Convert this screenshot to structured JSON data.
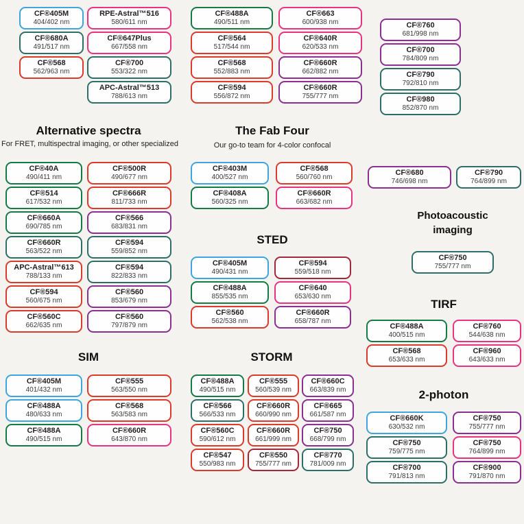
{
  "colors": {
    "blue": "#3fa5dc",
    "green": "#157a45",
    "teal": "#2e6e69",
    "red": "#dc3a2a",
    "darkred": "#a5283a",
    "pink": "#e93380",
    "purple": "#8b2f90"
  },
  "headings": {
    "alt_title": "Alternative spectra",
    "alt_subtitle": "For FRET, multispectral imaging, or other specialized",
    "fab_title": "The Fab Four",
    "fab_subtitle": "Our go-to team for 4-color confocal",
    "sted_title": "STED",
    "sim_title": "SIM",
    "storm_title": "STORM",
    "pa_title": "Photoacoustic imaging",
    "tirf_title": "TIRF",
    "tp_title": "2-photon"
  },
  "pill_groups": {
    "top_col1": [
      {
        "name": "CF®405M",
        "nm": "404/402 nm",
        "c": "blue"
      },
      {
        "name": "CF®680A",
        "nm": "491/517 nm",
        "c": "teal"
      },
      {
        "name": "CF®568",
        "nm": "562/963 nm",
        "c": "red"
      }
    ],
    "top_col2": [
      {
        "name": "RPE-Astral™516",
        "nm": "580/611 nm",
        "c": "pink"
      },
      {
        "name": "CF®647Plus",
        "nm": "667/558 nm",
        "c": "pink"
      },
      {
        "name": "CF®700",
        "nm": "553/322 nm",
        "c": "teal"
      },
      {
        "name": "APC-Astral™513",
        "nm": "788/613 nm",
        "c": "teal"
      }
    ],
    "top_col3": [
      {
        "name": "CF®488A",
        "nm": "490/511 nm",
        "c": "green"
      },
      {
        "name": "CF®564",
        "nm": "517/544 nm",
        "c": "red"
      },
      {
        "name": "CF®568",
        "nm": "552/883 nm",
        "c": "red"
      },
      {
        "name": "CF®594",
        "nm": "556/872 nm",
        "c": "red"
      }
    ],
    "top_col4": [
      {
        "name": "CF®663",
        "nm": "600/938 nm",
        "c": "pink"
      },
      {
        "name": "CF®640R",
        "nm": "620/533 nm",
        "c": "pink"
      },
      {
        "name": "CF®660R",
        "nm": "662/882 nm",
        "c": "purple"
      },
      {
        "name": "CF®660R",
        "nm": "755/777 nm",
        "c": "purple"
      }
    ],
    "top_col5": [
      {
        "name": "CF®760",
        "nm": "681/998 nm",
        "c": "purple"
      },
      {
        "name": "CF®700",
        "nm": "784/809 nm",
        "c": "purple"
      },
      {
        "name": "CF®790",
        "nm": "792/810 nm",
        "c": "teal"
      },
      {
        "name": "CF®980",
        "nm": "852/870 nm",
        "c": "teal"
      }
    ],
    "alt_col1": [
      {
        "name": "CF®40A",
        "nm": "490/411 nm",
        "c": "green"
      },
      {
        "name": "CF®514",
        "nm": "617/532 nm",
        "c": "green"
      },
      {
        "name": "CF®660A",
        "nm": "690/785 nm",
        "c": "green"
      },
      {
        "name": "CF®660R",
        "nm": "563/522 nm",
        "c": "teal"
      },
      {
        "name": "APC-Astral™613",
        "nm": "788/133 nm",
        "c": "red"
      },
      {
        "name": "CF®594",
        "nm": "560/675 nm",
        "c": "red"
      },
      {
        "name": "CF®560C",
        "nm": "662/635 nm",
        "c": "red"
      }
    ],
    "alt_col2": [
      {
        "name": "CF®500R",
        "nm": "490/677 nm",
        "c": "red"
      },
      {
        "name": "CF®666R",
        "nm": "811/733 nm",
        "c": "red"
      },
      {
        "name": "CF®566",
        "nm": "683/831 nm",
        "c": "purple"
      },
      {
        "name": "CF®594",
        "nm": "559/852 nm",
        "c": "teal"
      },
      {
        "name": "CF®594",
        "nm": "822/833 nm",
        "c": "teal"
      },
      {
        "name": "CF®560",
        "nm": "853/679 nm",
        "c": "purple"
      },
      {
        "name": "CF®560",
        "nm": "797/879 nm",
        "c": "purple"
      }
    ],
    "fab_col1": [
      {
        "name": "CF®403M",
        "nm": "400/527 nm",
        "c": "blue"
      },
      {
        "name": "CF®408A",
        "nm": "560/325 nm",
        "c": "green"
      }
    ],
    "fab_col2": [
      {
        "name": "CF®568",
        "nm": "560/760 nm",
        "c": "red"
      },
      {
        "name": "CF®660R",
        "nm": "663/682 nm",
        "c": "pink"
      }
    ],
    "sted_col1": [
      {
        "name": "CF®405M",
        "nm": "490/431 nm",
        "c": "blue"
      },
      {
        "name": "CF®488A",
        "nm": "855/535 nm",
        "c": "green"
      },
      {
        "name": "CF®560",
        "nm": "562/538 nm",
        "c": "red"
      }
    ],
    "sted_col2": [
      {
        "name": "CF®594",
        "nm": "559/518 nm",
        "c": "darkred"
      },
      {
        "name": "CF®640",
        "nm": "653/630 nm",
        "c": "pink"
      },
      {
        "name": "CF®660R",
        "nm": "658/787 nm",
        "c": "purple"
      }
    ],
    "sim_col1": [
      {
        "name": "CF®405M",
        "nm": "401/432 nm",
        "c": "blue"
      },
      {
        "name": "CF®488A",
        "nm": "480/633 nm",
        "c": "blue"
      },
      {
        "name": "CF®488A",
        "nm": "490/515 nm",
        "c": "green"
      }
    ],
    "sim_col2": [
      {
        "name": "CF®555",
        "nm": "563/550 nm",
        "c": "red"
      },
      {
        "name": "CF®568",
        "nm": "563/583 nm",
        "c": "red"
      },
      {
        "name": "CF®660R",
        "nm": "643/870 nm",
        "c": "pink"
      }
    ],
    "storm_col1": [
      {
        "name": "CF®488A",
        "nm": "490/515 nm",
        "c": "green"
      },
      {
        "name": "CF®566",
        "nm": "566/533 nm",
        "c": "teal"
      },
      {
        "name": "CF®560C",
        "nm": "590/612 nm",
        "c": "red"
      },
      {
        "name": "CF®547",
        "nm": "550/983 nm",
        "c": "red"
      }
    ],
    "storm_col2": [
      {
        "name": "CF®555",
        "nm": "560/539 nm",
        "c": "red"
      },
      {
        "name": "CF®660R",
        "nm": "660/990 nm",
        "c": "red"
      },
      {
        "name": "CF®660R",
        "nm": "661/999 nm",
        "c": "red"
      },
      {
        "name": "CF®550",
        "nm": "755/777 nm",
        "c": "darkred"
      }
    ],
    "storm_col3": [
      {
        "name": "CF®660C",
        "nm": "663/839 nm",
        "c": "purple"
      },
      {
        "name": "CF®665",
        "nm": "661/587 nm",
        "c": "purple"
      },
      {
        "name": "CF®750",
        "nm": "668/799 nm",
        "c": "purple"
      },
      {
        "name": "CF®770",
        "nm": "781/009 nm",
        "c": "teal"
      }
    ],
    "nir_col1": [
      {
        "name": "CF®680",
        "nm": "746/698 nm",
        "c": "purple"
      }
    ],
    "nir_col2": [
      {
        "name": "CF®790",
        "nm": "764/899 nm",
        "c": "teal"
      }
    ],
    "pa_col": [
      {
        "name": "CF®750",
        "nm": "755/777 nm",
        "c": "teal"
      }
    ],
    "tirf_col1": [
      {
        "name": "CF®488A",
        "nm": "400/515 nm",
        "c": "green"
      },
      {
        "name": "CF®568",
        "nm": "653/633 nm",
        "c": "red"
      }
    ],
    "tirf_col2": [
      {
        "name": "CF®760",
        "nm": "544/638 nm",
        "c": "pink"
      },
      {
        "name": "CF®960",
        "nm": "643/633 nm",
        "c": "pink"
      }
    ],
    "tp_col1": [
      {
        "name": "CF®660K",
        "nm": "630/532 nm",
        "c": "blue"
      },
      {
        "name": "CF®750",
        "nm": "759/775 nm",
        "c": "teal"
      },
      {
        "name": "CF®700",
        "nm": "791/813 nm",
        "c": "teal"
      }
    ],
    "tp_col2": [
      {
        "name": "CF®750",
        "nm": "755/777 nm",
        "c": "purple"
      },
      {
        "name": "CF®750",
        "nm": "764/899 nm",
        "c": "pink"
      },
      {
        "name": "CF®900",
        "nm": "791/870 nm",
        "c": "purple"
      }
    ]
  }
}
